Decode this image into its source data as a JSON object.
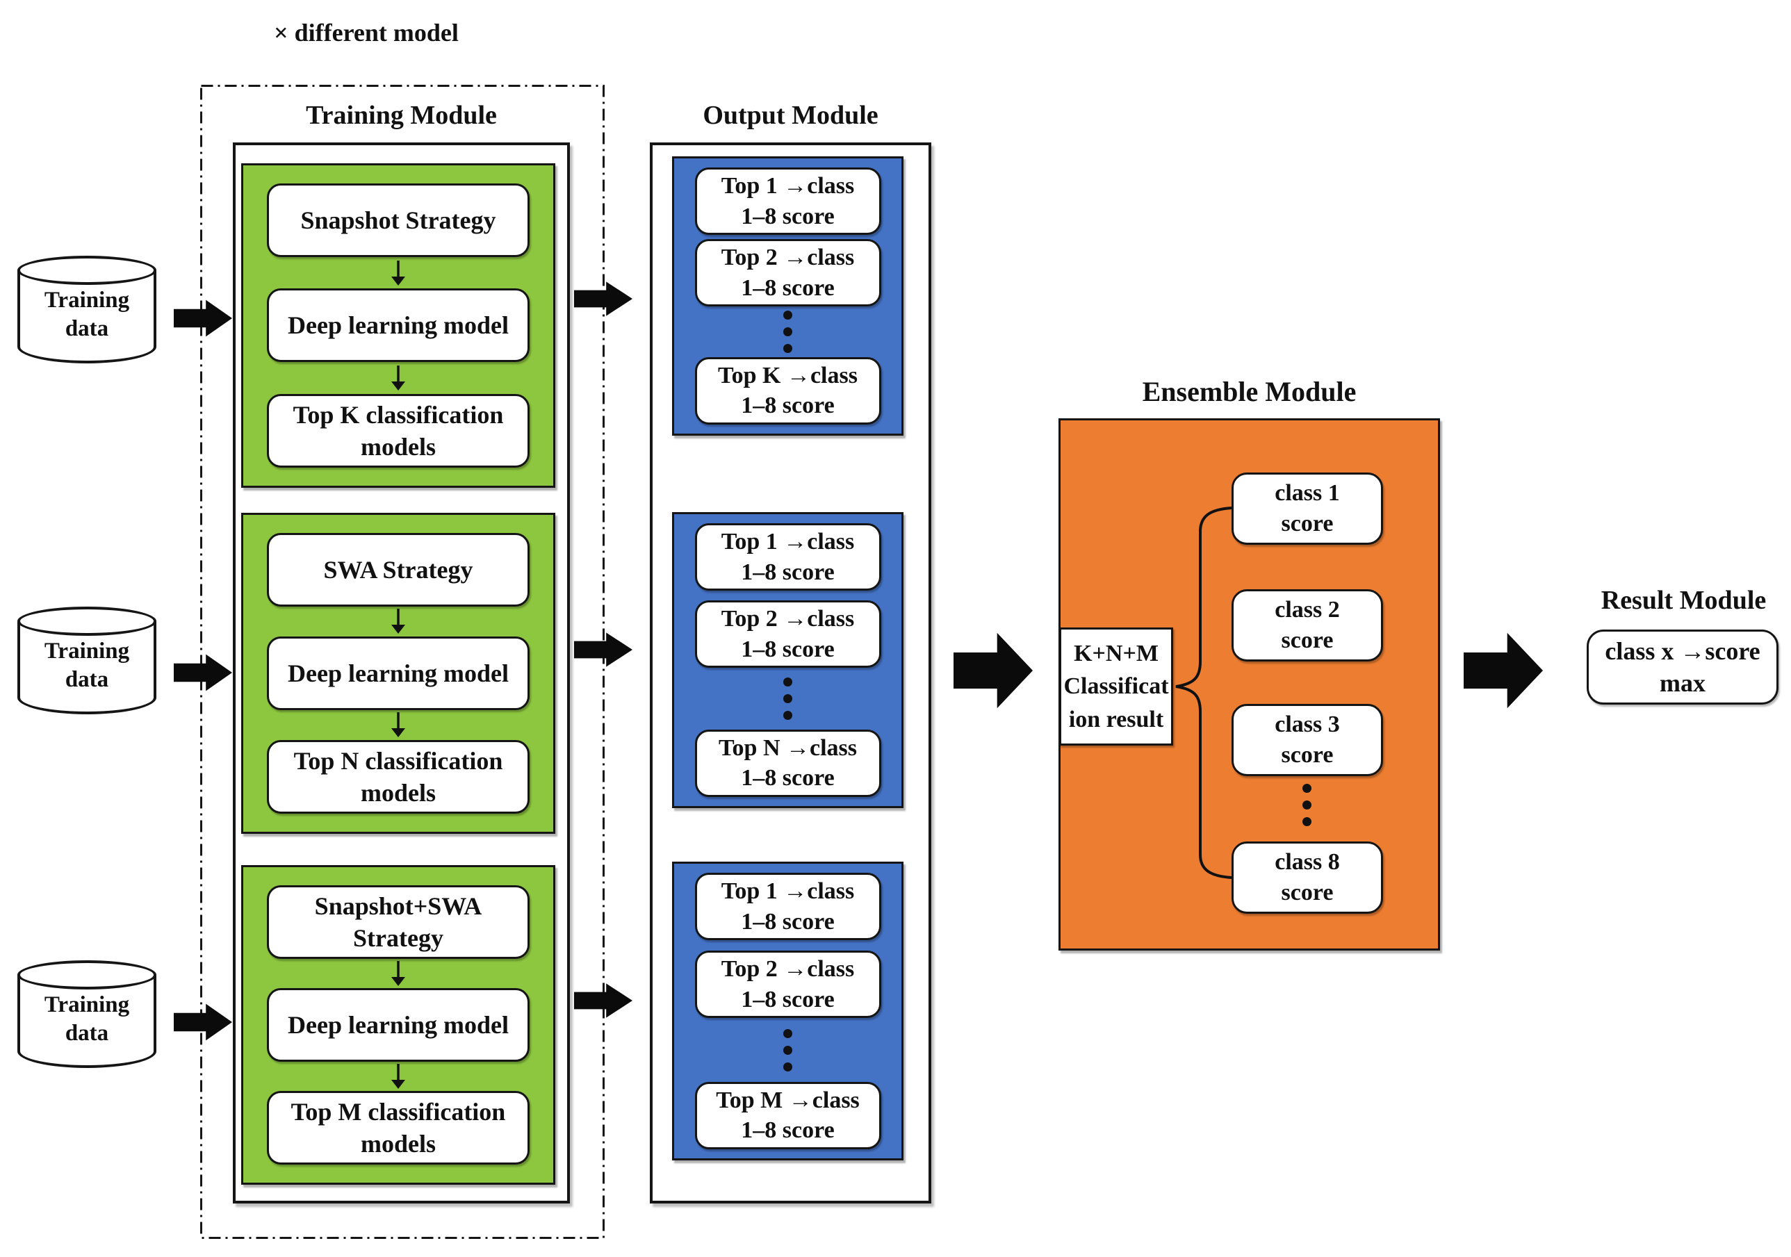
{
  "colors": {
    "pipeline_green": "#8DC63F",
    "output_blue": "#4472C4",
    "ensemble_orange": "#ED7D31",
    "line_black": "#151515",
    "background": "#ffffff"
  },
  "header": {
    "multiplier_label": "× different model"
  },
  "inputs": [
    {
      "lines": [
        "Training",
        "data"
      ]
    },
    {
      "lines": [
        "Training",
        "data"
      ]
    },
    {
      "lines": [
        "Training",
        "data"
      ]
    }
  ],
  "training_module": {
    "title": "Training Module",
    "pipelines": [
      {
        "steps": [
          [
            "Snapshot Strategy"
          ],
          [
            "Deep learning model"
          ],
          [
            "Top K classification",
            "models"
          ]
        ]
      },
      {
        "steps": [
          [
            "SWA Strategy"
          ],
          [
            "Deep learning model"
          ],
          [
            "Top N classification",
            "models"
          ]
        ]
      },
      {
        "steps": [
          [
            "Snapshot+SWA",
            "Strategy"
          ],
          [
            "Deep learning model"
          ],
          [
            "Top M classification",
            "models"
          ]
        ]
      }
    ]
  },
  "output_module": {
    "title": "Output Module",
    "groups": [
      {
        "boxes": [
          [
            "Top 1 →class",
            "1–8 score"
          ],
          [
            "Top 2 →class",
            "1–8 score"
          ],
          [
            "Top K →class",
            "1–8 score"
          ]
        ]
      },
      {
        "boxes": [
          [
            "Top 1 →class",
            "1–8 score"
          ],
          [
            "Top 2 →class",
            "1–8 score"
          ],
          [
            "Top N →class",
            "1–8 score"
          ]
        ]
      },
      {
        "boxes": [
          [
            "Top 1 →class",
            "1–8 score"
          ],
          [
            "Top 2 →class",
            "1–8 score"
          ],
          [
            "Top M →class",
            "1–8 score"
          ]
        ]
      }
    ]
  },
  "ensemble_module": {
    "title": "Ensemble Module",
    "aggregate_box": [
      "K+N+M",
      "Classificat",
      "ion result"
    ],
    "class_boxes": [
      [
        "class 1",
        "score"
      ],
      [
        "class 2",
        "score"
      ],
      [
        "class 3",
        "score"
      ],
      [
        "class 8",
        "score"
      ]
    ]
  },
  "result_module": {
    "title": "Result Module",
    "box": [
      "class x →score",
      "max"
    ]
  }
}
